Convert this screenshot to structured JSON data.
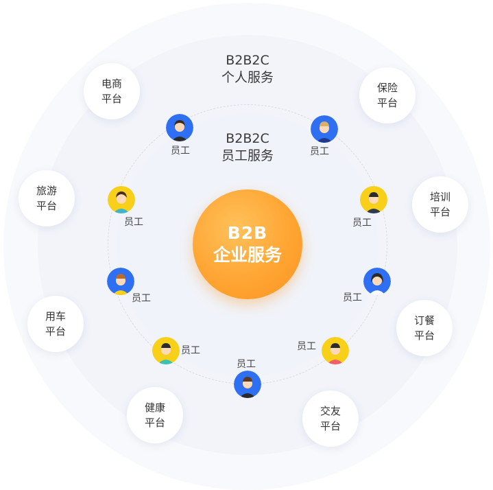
{
  "outer_ring": {
    "line1": "B2B2C",
    "line2": "个人服务"
  },
  "inner_ring": {
    "line1": "B2B2C",
    "line2": "员工服务"
  },
  "center": {
    "line1": "B2B",
    "line2": "企业服务"
  },
  "platforms": [
    {
      "line1": "电商",
      "line2": "平台"
    },
    {
      "line1": "保险",
      "line2": "平台"
    },
    {
      "line1": "旅游",
      "line2": "平台"
    },
    {
      "line1": "培训",
      "line2": "平台"
    },
    {
      "line1": "用车",
      "line2": "平台"
    },
    {
      "line1": "订餐",
      "line2": "平台"
    },
    {
      "line1": "健康",
      "line2": "平台"
    },
    {
      "line1": "交友",
      "line2": "平台"
    }
  ],
  "employees": [
    {
      "label": "员工",
      "bg": "#2f6ff2"
    },
    {
      "label": "员工",
      "bg": "#2f6ff2"
    },
    {
      "label": "员工",
      "bg": "#f8cf19"
    },
    {
      "label": "员工",
      "bg": "#f8cf19"
    },
    {
      "label": "员工",
      "bg": "#2f6ff2"
    },
    {
      "label": "员工",
      "bg": "#2f6ff2"
    },
    {
      "label": "员工",
      "bg": "#f8cf19"
    },
    {
      "label": "员工",
      "bg": "#f8cf19"
    },
    {
      "label": "员工",
      "bg": "#2f6ff2"
    }
  ],
  "colors": {
    "center": "#ffa533",
    "blue_avatar": "#2f6ff2",
    "yellow_avatar": "#f8cf19"
  }
}
